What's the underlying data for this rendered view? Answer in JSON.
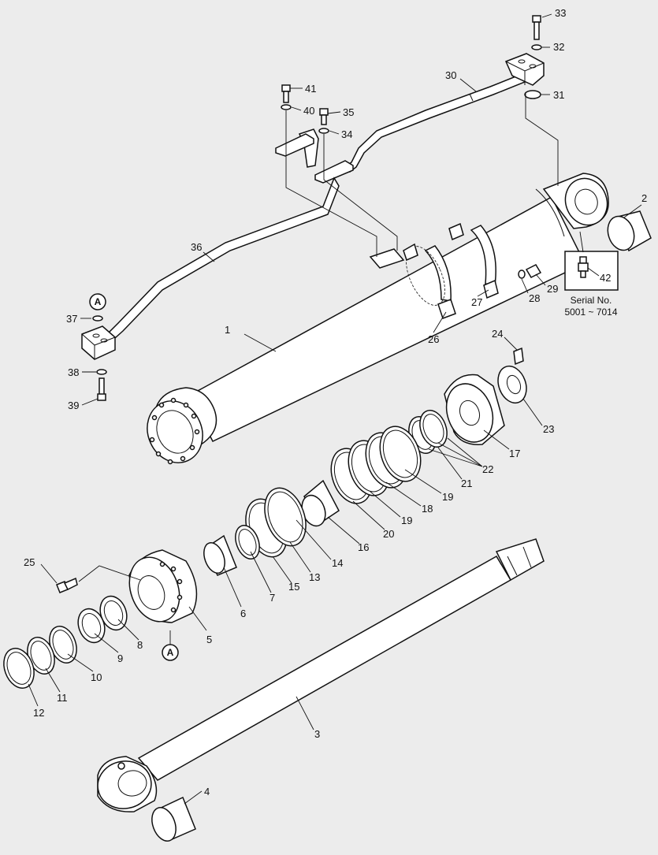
{
  "diagram": {
    "serial_note": {
      "line1": "Serial No.",
      "line2": "5001 ~ 7014"
    },
    "detail_marker": "A",
    "callouts": [
      {
        "id": "n1",
        "text": "1"
      },
      {
        "id": "n2",
        "text": "2"
      },
      {
        "id": "n3",
        "text": "3"
      },
      {
        "id": "n4",
        "text": "4"
      },
      {
        "id": "n5",
        "text": "5"
      },
      {
        "id": "n6",
        "text": "6"
      },
      {
        "id": "n7",
        "text": "7"
      },
      {
        "id": "n8",
        "text": "8"
      },
      {
        "id": "n9",
        "text": "9"
      },
      {
        "id": "n10",
        "text": "10"
      },
      {
        "id": "n11",
        "text": "11"
      },
      {
        "id": "n12",
        "text": "12"
      },
      {
        "id": "n13",
        "text": "13"
      },
      {
        "id": "n14",
        "text": "14"
      },
      {
        "id": "n15",
        "text": "15"
      },
      {
        "id": "n16",
        "text": "16"
      },
      {
        "id": "n17",
        "text": "17"
      },
      {
        "id": "n18",
        "text": "18"
      },
      {
        "id": "n19a",
        "text": "19"
      },
      {
        "id": "n19b",
        "text": "19"
      },
      {
        "id": "n20",
        "text": "20"
      },
      {
        "id": "n21",
        "text": "21"
      },
      {
        "id": "n22",
        "text": "22"
      },
      {
        "id": "n23",
        "text": "23"
      },
      {
        "id": "n24",
        "text": "24"
      },
      {
        "id": "n25",
        "text": "25"
      },
      {
        "id": "n26",
        "text": "26"
      },
      {
        "id": "n27",
        "text": "27"
      },
      {
        "id": "n28",
        "text": "28"
      },
      {
        "id": "n29",
        "text": "29"
      },
      {
        "id": "n30",
        "text": "30"
      },
      {
        "id": "n31",
        "text": "31"
      },
      {
        "id": "n32",
        "text": "32"
      },
      {
        "id": "n33",
        "text": "33"
      },
      {
        "id": "n34",
        "text": "34"
      },
      {
        "id": "n35",
        "text": "35"
      },
      {
        "id": "n36",
        "text": "36"
      },
      {
        "id": "n37",
        "text": "37"
      },
      {
        "id": "n38",
        "text": "38"
      },
      {
        "id": "n39",
        "text": "39"
      },
      {
        "id": "n40",
        "text": "40"
      },
      {
        "id": "n41",
        "text": "41"
      },
      {
        "id": "n42",
        "text": "42"
      }
    ]
  }
}
